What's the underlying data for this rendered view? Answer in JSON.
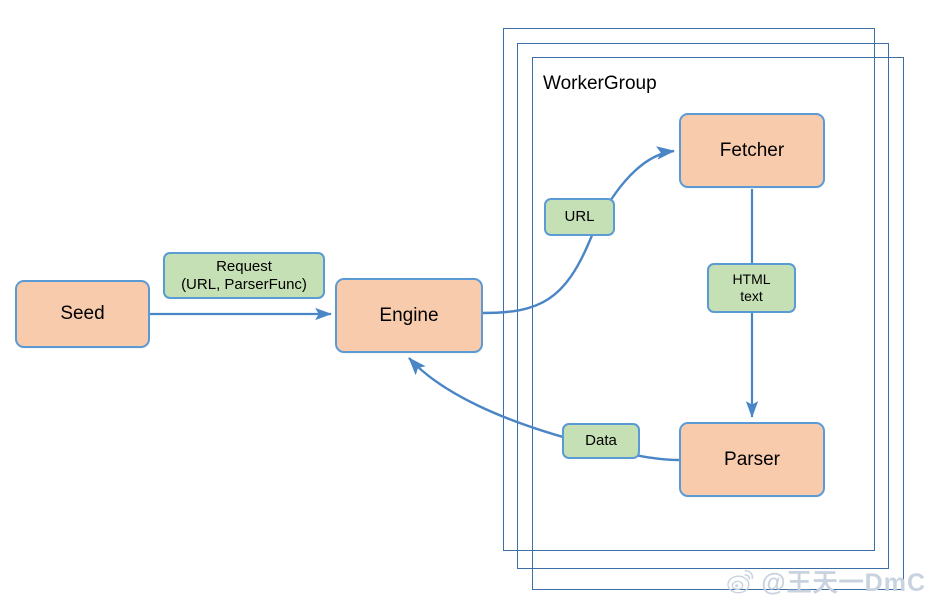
{
  "diagram": {
    "title": "Crawler architecture flow diagram",
    "colors": {
      "process_fill": "#f8cbad",
      "label_fill": "#c5e0b4",
      "node_border": "#5b9bd5",
      "frame_border": "#3a6ea5",
      "edge": "#4a86c5",
      "watermark": "#c9d3e0"
    },
    "group": {
      "title": "WorkerGroup",
      "stack_count": 3
    },
    "nodes": [
      {
        "id": "seed",
        "label": "Seed",
        "kind": "process"
      },
      {
        "id": "engine",
        "label": "Engine",
        "kind": "process"
      },
      {
        "id": "fetcher",
        "label": "Fetcher",
        "kind": "process"
      },
      {
        "id": "parser",
        "label": "Parser",
        "kind": "process"
      }
    ],
    "edge_labels": [
      {
        "id": "request",
        "line1": "Request",
        "line2": "(URL, ParserFunc)"
      },
      {
        "id": "url",
        "line1": "URL",
        "line2": ""
      },
      {
        "id": "html_text",
        "line1": "HTML",
        "line2": "text"
      },
      {
        "id": "data",
        "line1": "Data",
        "line2": ""
      }
    ],
    "edges": [
      {
        "from": "seed",
        "to": "engine",
        "label": "Request (URL, ParserFunc)"
      },
      {
        "from": "engine",
        "to": "fetcher",
        "label": "URL"
      },
      {
        "from": "fetcher",
        "to": "parser",
        "label": "HTML text"
      },
      {
        "from": "parser",
        "to": "engine",
        "label": "Data"
      }
    ]
  },
  "watermark": {
    "handle": "@王天一DmC",
    "icon": "weibo-logo-icon"
  }
}
